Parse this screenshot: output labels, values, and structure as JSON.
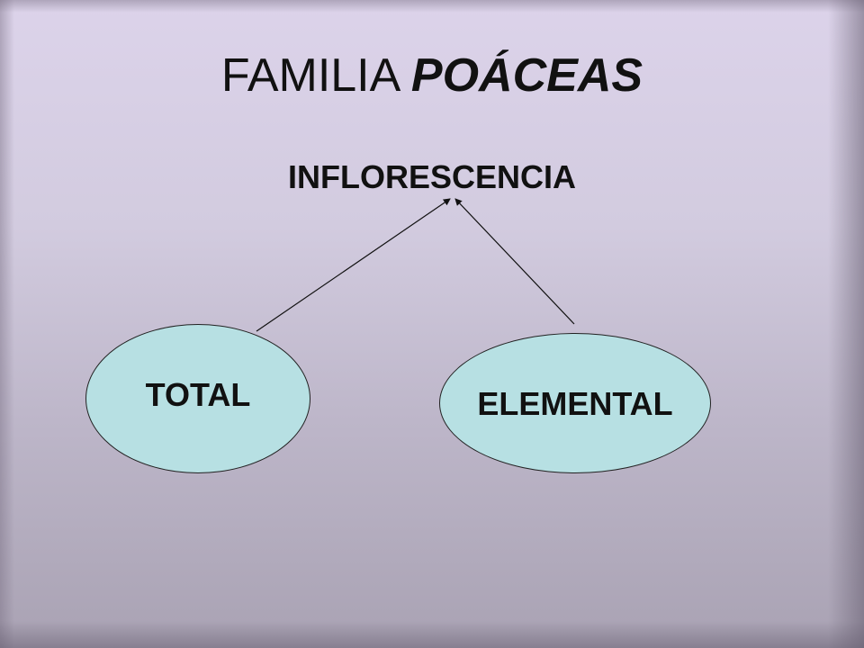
{
  "title": {
    "prefix": "FAMILIA ",
    "emphasis": "POÁCEAS"
  },
  "subtitle": "INFLORESCENCIA",
  "nodes": {
    "total": "TOTAL",
    "elemental": "ELEMENTAL"
  },
  "colors": {
    "background_top": "#dcd3ea",
    "background_bottom": "#a9a2b3",
    "node_fill": "#b7e0e3",
    "text": "#111111"
  }
}
